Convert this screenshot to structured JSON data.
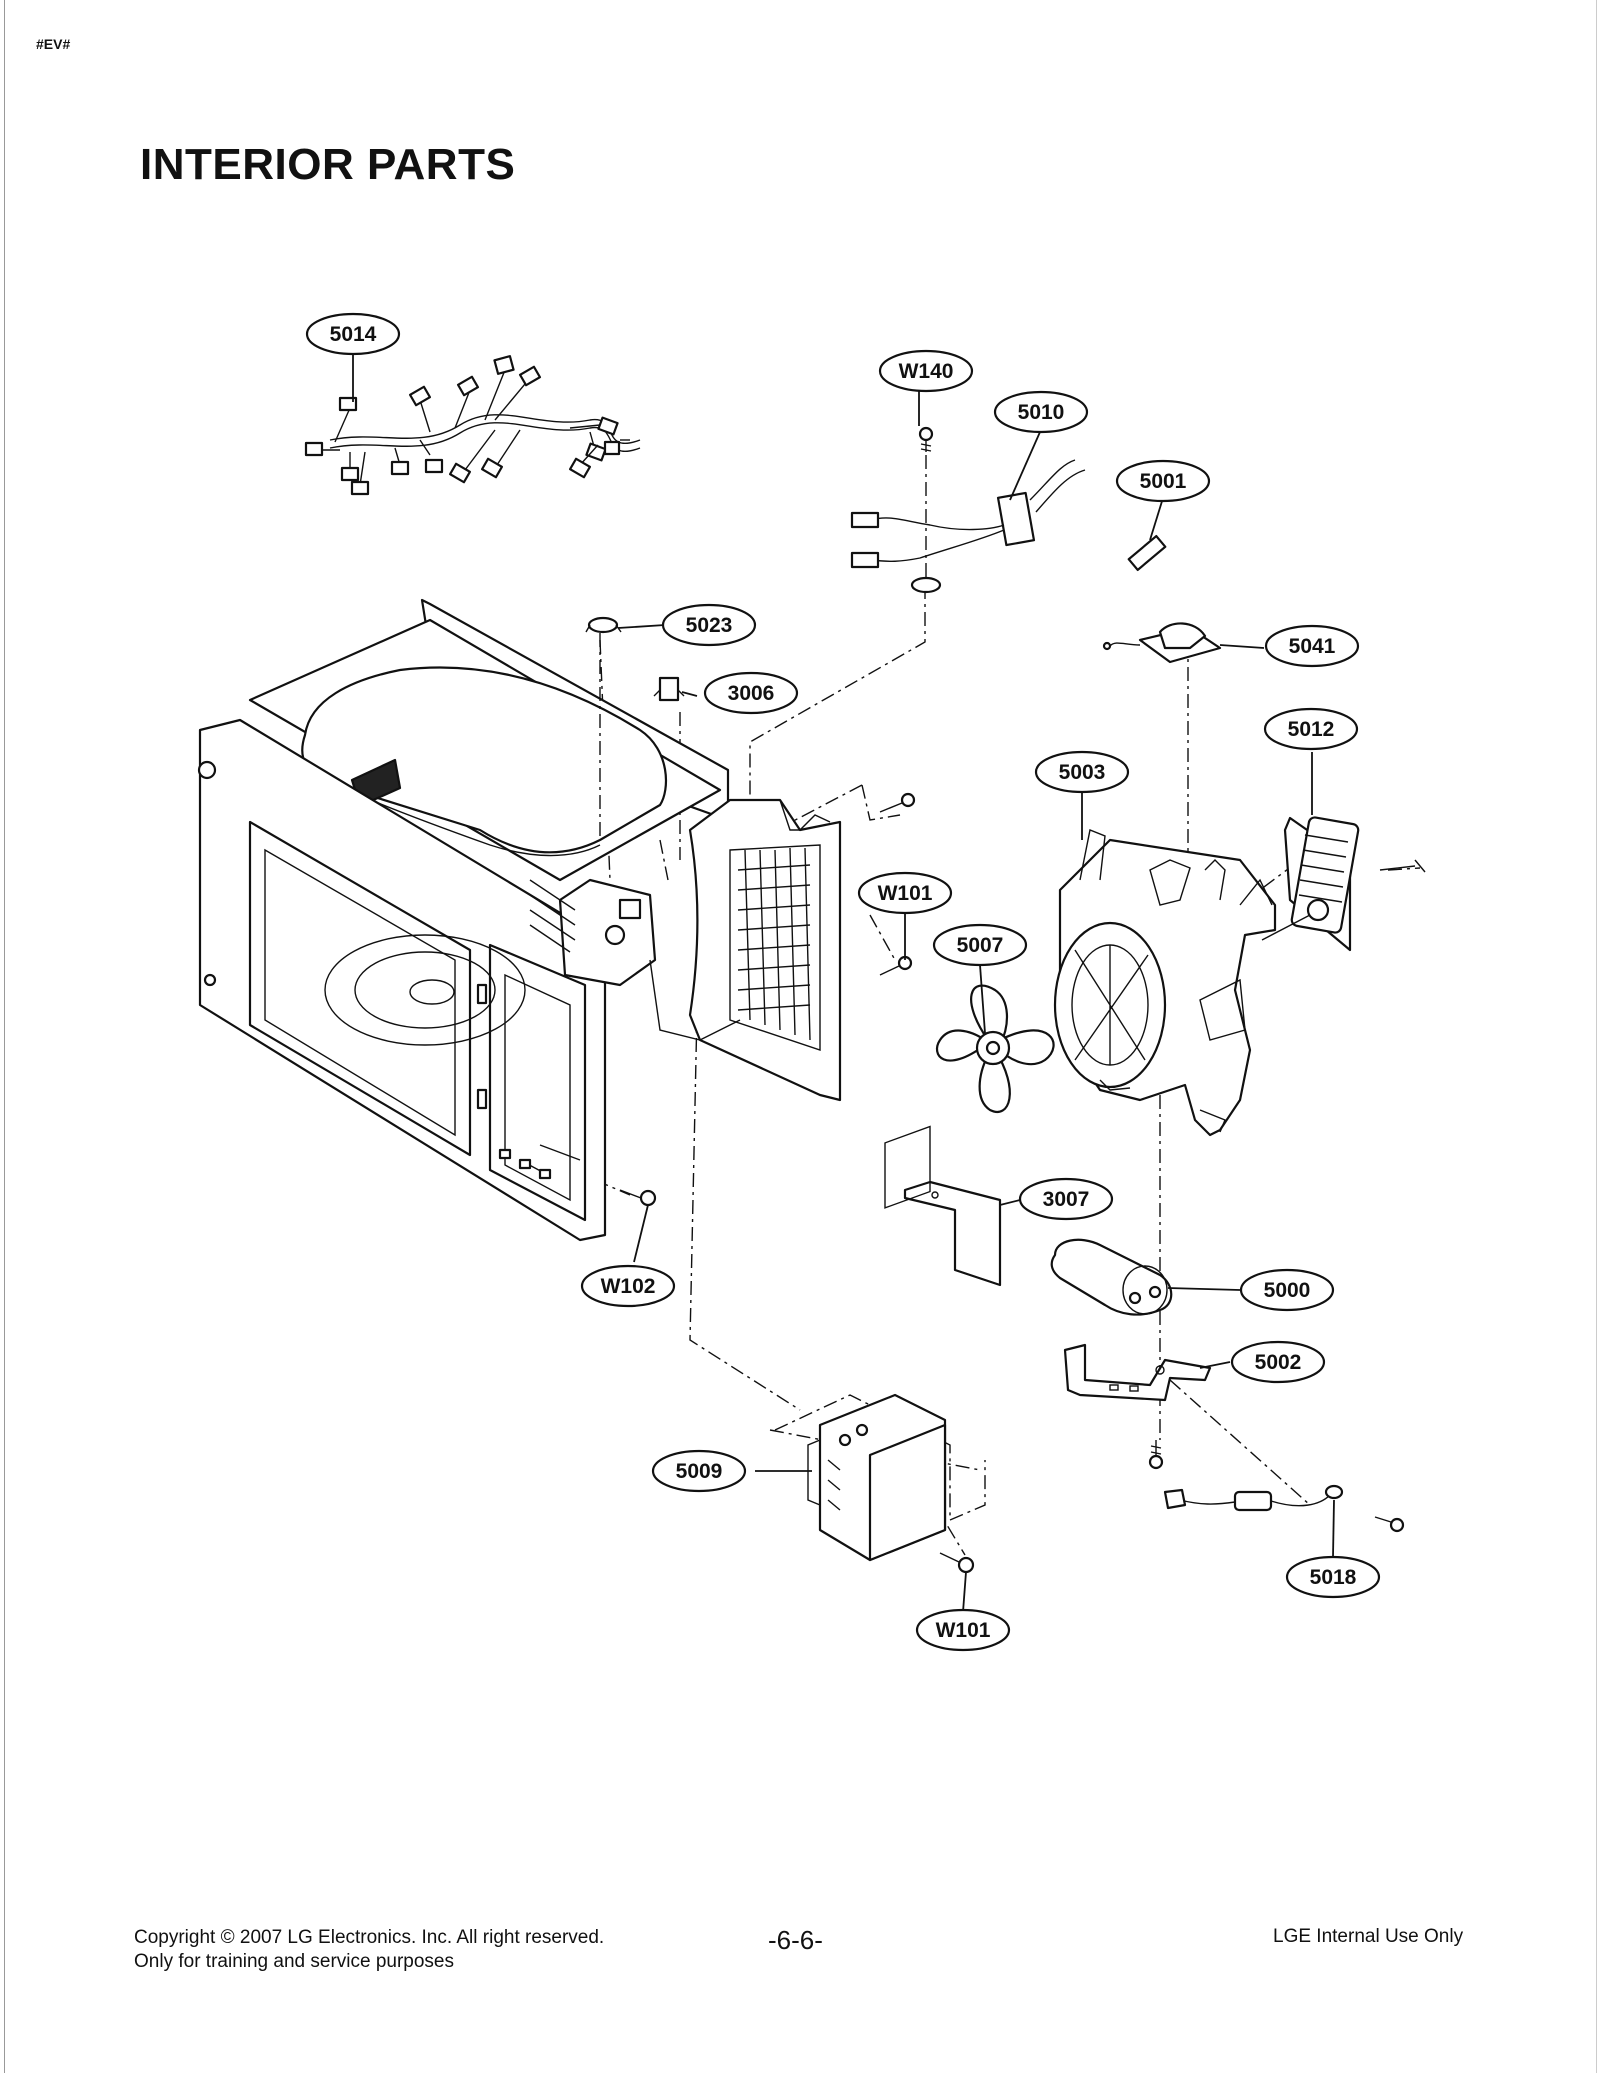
{
  "header": {
    "tag": "#EV#",
    "title": "INTERIOR PARTS"
  },
  "callouts": {
    "c5014": "5014",
    "cW140": "W140",
    "c5010": "5010",
    "c5001": "5001",
    "c5023": "5023",
    "c3006": "3006",
    "c5041": "5041",
    "c5012": "5012",
    "c5003": "5003",
    "cW101a": "W101",
    "c5007": "5007",
    "c3007": "3007",
    "c5000": "5000",
    "cW102": "W102",
    "c5002": "5002",
    "c5009": "5009",
    "c5018": "5018",
    "cW101b": "W101"
  },
  "footer": {
    "copyright_line1": "Copyright © 2007 LG Electronics. Inc. All right reserved.",
    "copyright_line2": "Only for training and service purposes",
    "page": "-6-6-",
    "internal": "LGE Internal Use Only"
  }
}
